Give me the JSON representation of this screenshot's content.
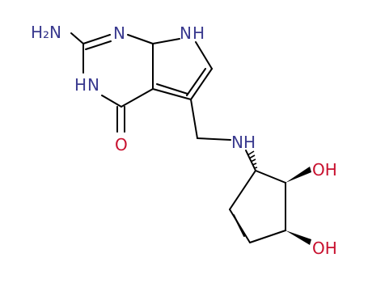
{
  "atom_labels": {
    "amino": "H₂N",
    "n_ring_top": "N",
    "nh_pyrrole": "H",
    "n_pyrrole": "N",
    "n_ring_left": "N",
    "nh_ring_left": "H",
    "oxygen": "O",
    "nh_linker": "NH",
    "oh_top": "OH",
    "oh_bottom": "OH"
  },
  "colors": {
    "bond": "#000000",
    "nitrogen": "#3a3a8f",
    "oxygen": "#c8102e"
  }
}
